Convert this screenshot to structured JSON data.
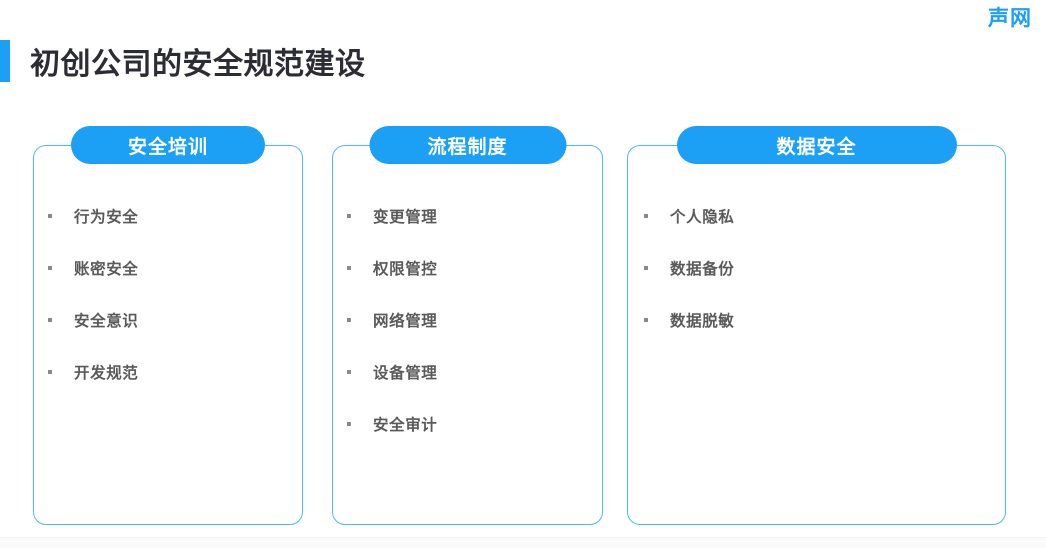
{
  "brand": {
    "logo_text": "声网",
    "logo_color": "#1CA0F5"
  },
  "title": {
    "text": "初创公司的安全规范建设",
    "accent_color": "#1CA0F5",
    "text_color": "#2c2c34"
  },
  "cards": [
    {
      "header": "安全培训",
      "items": [
        "行为安全",
        "账密安全",
        "安全意识",
        "开发规范"
      ]
    },
    {
      "header": "流程制度",
      "items": [
        "变更管理",
        "权限管控",
        "网络管理",
        "设备管理",
        "安全审计"
      ]
    },
    {
      "header": "数据安全",
      "items": [
        "个人隐私",
        "数据备份",
        "数据脱敏"
      ]
    }
  ],
  "theme": {
    "pill_background": "#1CA0F5",
    "pill_text": "#ffffff",
    "card_border": "#4FB9F2",
    "item_text": "#5a5a5a",
    "bullet_color": "#8a8a8a",
    "page_background": "#ffffff"
  }
}
